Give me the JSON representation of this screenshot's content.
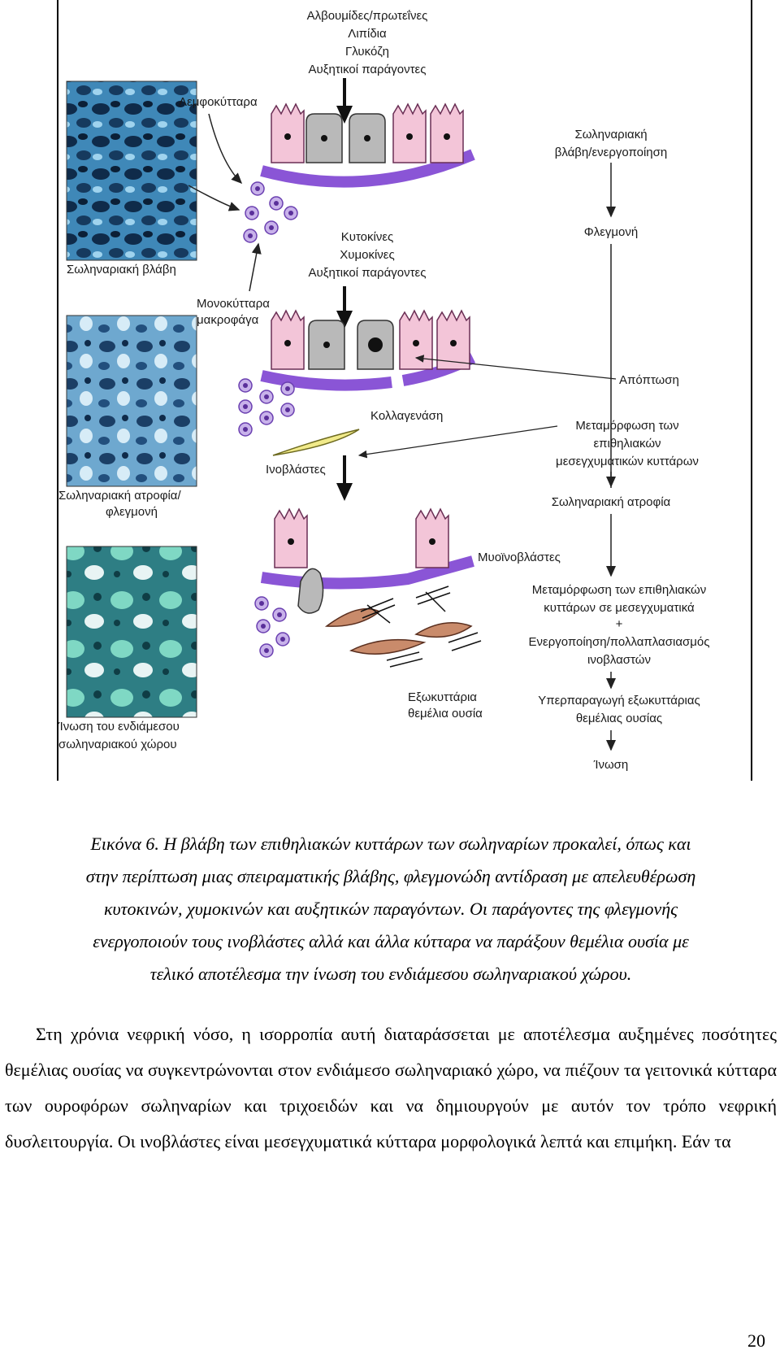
{
  "figure": {
    "top_inputs": [
      "Αλβουμίδες/πρωτεΐνες",
      "Λιπίδια",
      "Γλυκόζη",
      "Αυξητικοί παράγοντες"
    ],
    "lymphocytes": "Λεμφοκύτταρα",
    "cytokines": [
      "Κυτοκίνες",
      "Χυμοκίνες",
      "Αυξητικοί παράγοντες"
    ],
    "monocytes": [
      "Μονοκύτταρα",
      "μακροφάγα"
    ],
    "collagenase": "Κολλαγενάση",
    "fibroblasts": "Ινοβλάστες",
    "myofibroblasts": "Μυοϊνοβλάστες",
    "ecm": [
      "Εξωκυττάρια",
      "θεμέλια ουσία"
    ],
    "micrographs": [
      {
        "label": [
          "Σωληναριακή βλάβη"
        ]
      },
      {
        "label": [
          "Σωληναριακή ατροφία/",
          "φλεγμονή"
        ]
      },
      {
        "label": [
          "Ίνωση του ενδιάμεσου",
          "σωληναριακού χώρου"
        ]
      }
    ],
    "flow": {
      "damage": [
        "Σωληναριακή",
        "βλάβη/ενεργοποίηση"
      ],
      "inflammation": "Φλεγμονή",
      "apoptosis": "Απόπτωση",
      "emt": [
        "Μεταμόρφωση των",
        "επιθηλιακών",
        "μεσεγχυματικών κυττάρων"
      ],
      "atrophy": "Σωληναριακή ατροφία",
      "emt2": [
        "Μεταμόρφωση των επιθηλιακών",
        "κυττάρων σε μεσεγχυματικά",
        "+",
        "Ενεργοποίηση/πολλαπλασιασμός",
        "ινοβλαστών"
      ],
      "overproduction": [
        "Υπερπαραγωγή εξωκυττάριας",
        "θεμέλιας ουσίας"
      ],
      "fibrosis": "Ίνωση"
    },
    "colors": {
      "micro1": "#1f4f7a",
      "micro2": "#3a78a8",
      "micro3": "#2f8f80",
      "epithelial": "#f2c4d6",
      "membrane": "#8a55d6",
      "monocyte": "#8a63c8",
      "fibroblast": "#f1ea8a",
      "myofibroblast": "#c98b6b"
    }
  },
  "caption": [
    "Εικόνα 6. Η βλάβη των επιθηλιακών κυττάρων των σωληναρίων προκαλεί, όπως και",
    "στην περίπτωση μιας σπειραματικής βλάβης, φλεγμονώδη αντίδραση με απελευθέρωση",
    "κυτοκινών, χυμοκινών και αυξητικών παραγόντων. Οι παράγοντες της φλεγμονής",
    "ενεργοποιούν τους ινοβλάστες αλλά και άλλα κύτταρα να παράξουν θεμέλια ουσία με",
    "τελικό αποτέλεσμα την ίνωση του ενδιάμεσου σωληναριακού χώρου."
  ],
  "body": "Στη χρόνια νεφρική νόσο, η ισορροπία αυτή διαταράσσεται με αποτέλεσμα αυξημένες ποσότητες θεμέλιας ουσίας να συγκεντρώνονται στον ενδιάμεσο σωληναριακό χώρο, να πιέζουν τα γειτονικά κύτταρα των ουροφόρων σωληναρίων και τριχοειδών και να δημιουργούν με αυτόν τον τρόπο νεφρική δυσλειτουργία. Οι ινοβλάστες είναι μεσεγχυματικά κύτταρα μορφολογικά λεπτά και επιμήκη. Εάν τα",
  "page_number": "20"
}
